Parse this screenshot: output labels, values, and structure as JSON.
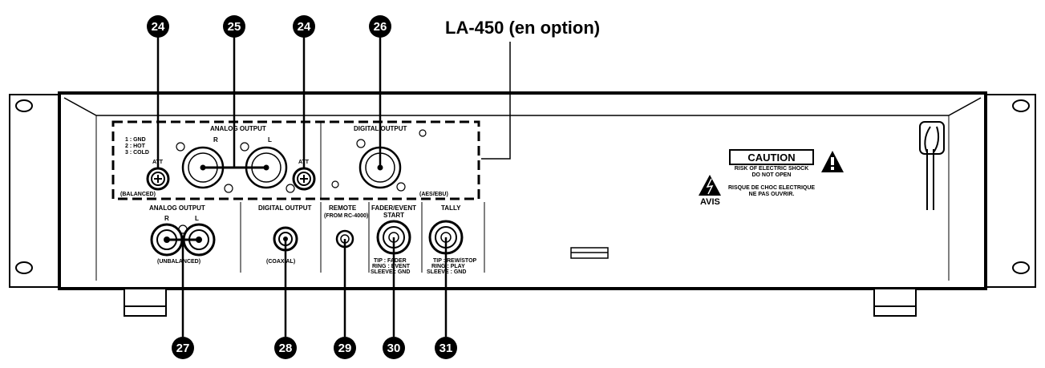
{
  "option_title": "LA-450 (en option)",
  "callouts": {
    "c24a": "24",
    "c25": "25",
    "c24b": "24",
    "c26": "26",
    "c27": "27",
    "c28": "28",
    "c29": "29",
    "c30": "30",
    "c31": "31"
  },
  "option_board": {
    "analog_output_label": "ANALOG OUTPUT",
    "pin_1": "1 : GND",
    "pin_2": "2 : HOT",
    "pin_3": "3 : COLD",
    "channel_r": "R",
    "channel_l": "L",
    "att_label": "ATT",
    "balanced_label": "(BALANCED)",
    "digital_output_label": "DIGITAL OUTPUT",
    "aes_label": "(AES/EBU)"
  },
  "main_panel": {
    "analog_output_label": "ANALOG OUTPUT",
    "channel_r": "R",
    "channel_l": "L",
    "unbalanced_label": "(UNBALANCED)",
    "digital_output_label": "DIGITAL OUTPUT",
    "coaxial_label": "(COAXIAL)",
    "remote_label": "REMOTE",
    "remote_sub": "(FROM RC-4000)",
    "fader_label_1": "FADER/EVENT",
    "fader_label_2": "START",
    "fader_tip": "TIP : FADER",
    "fader_ring": "RING : EVENT",
    "fader_sleeve": "SLEEVE : GND",
    "tally_label": "TALLY",
    "tally_tip": "TIP : REW/STOP",
    "tally_ring": "RING : PLAY",
    "tally_sleeve": "SLEEVE : GND"
  },
  "caution": {
    "title": "CAUTION",
    "line1": "RISK OF ELECTRIC SHOCK",
    "line2": "DO NOT OPEN",
    "avis": "AVIS",
    "fr_line1": "RISQUE DE CHOC ELECTRIQUE",
    "fr_line2": "NE PAS OUVRIR."
  }
}
